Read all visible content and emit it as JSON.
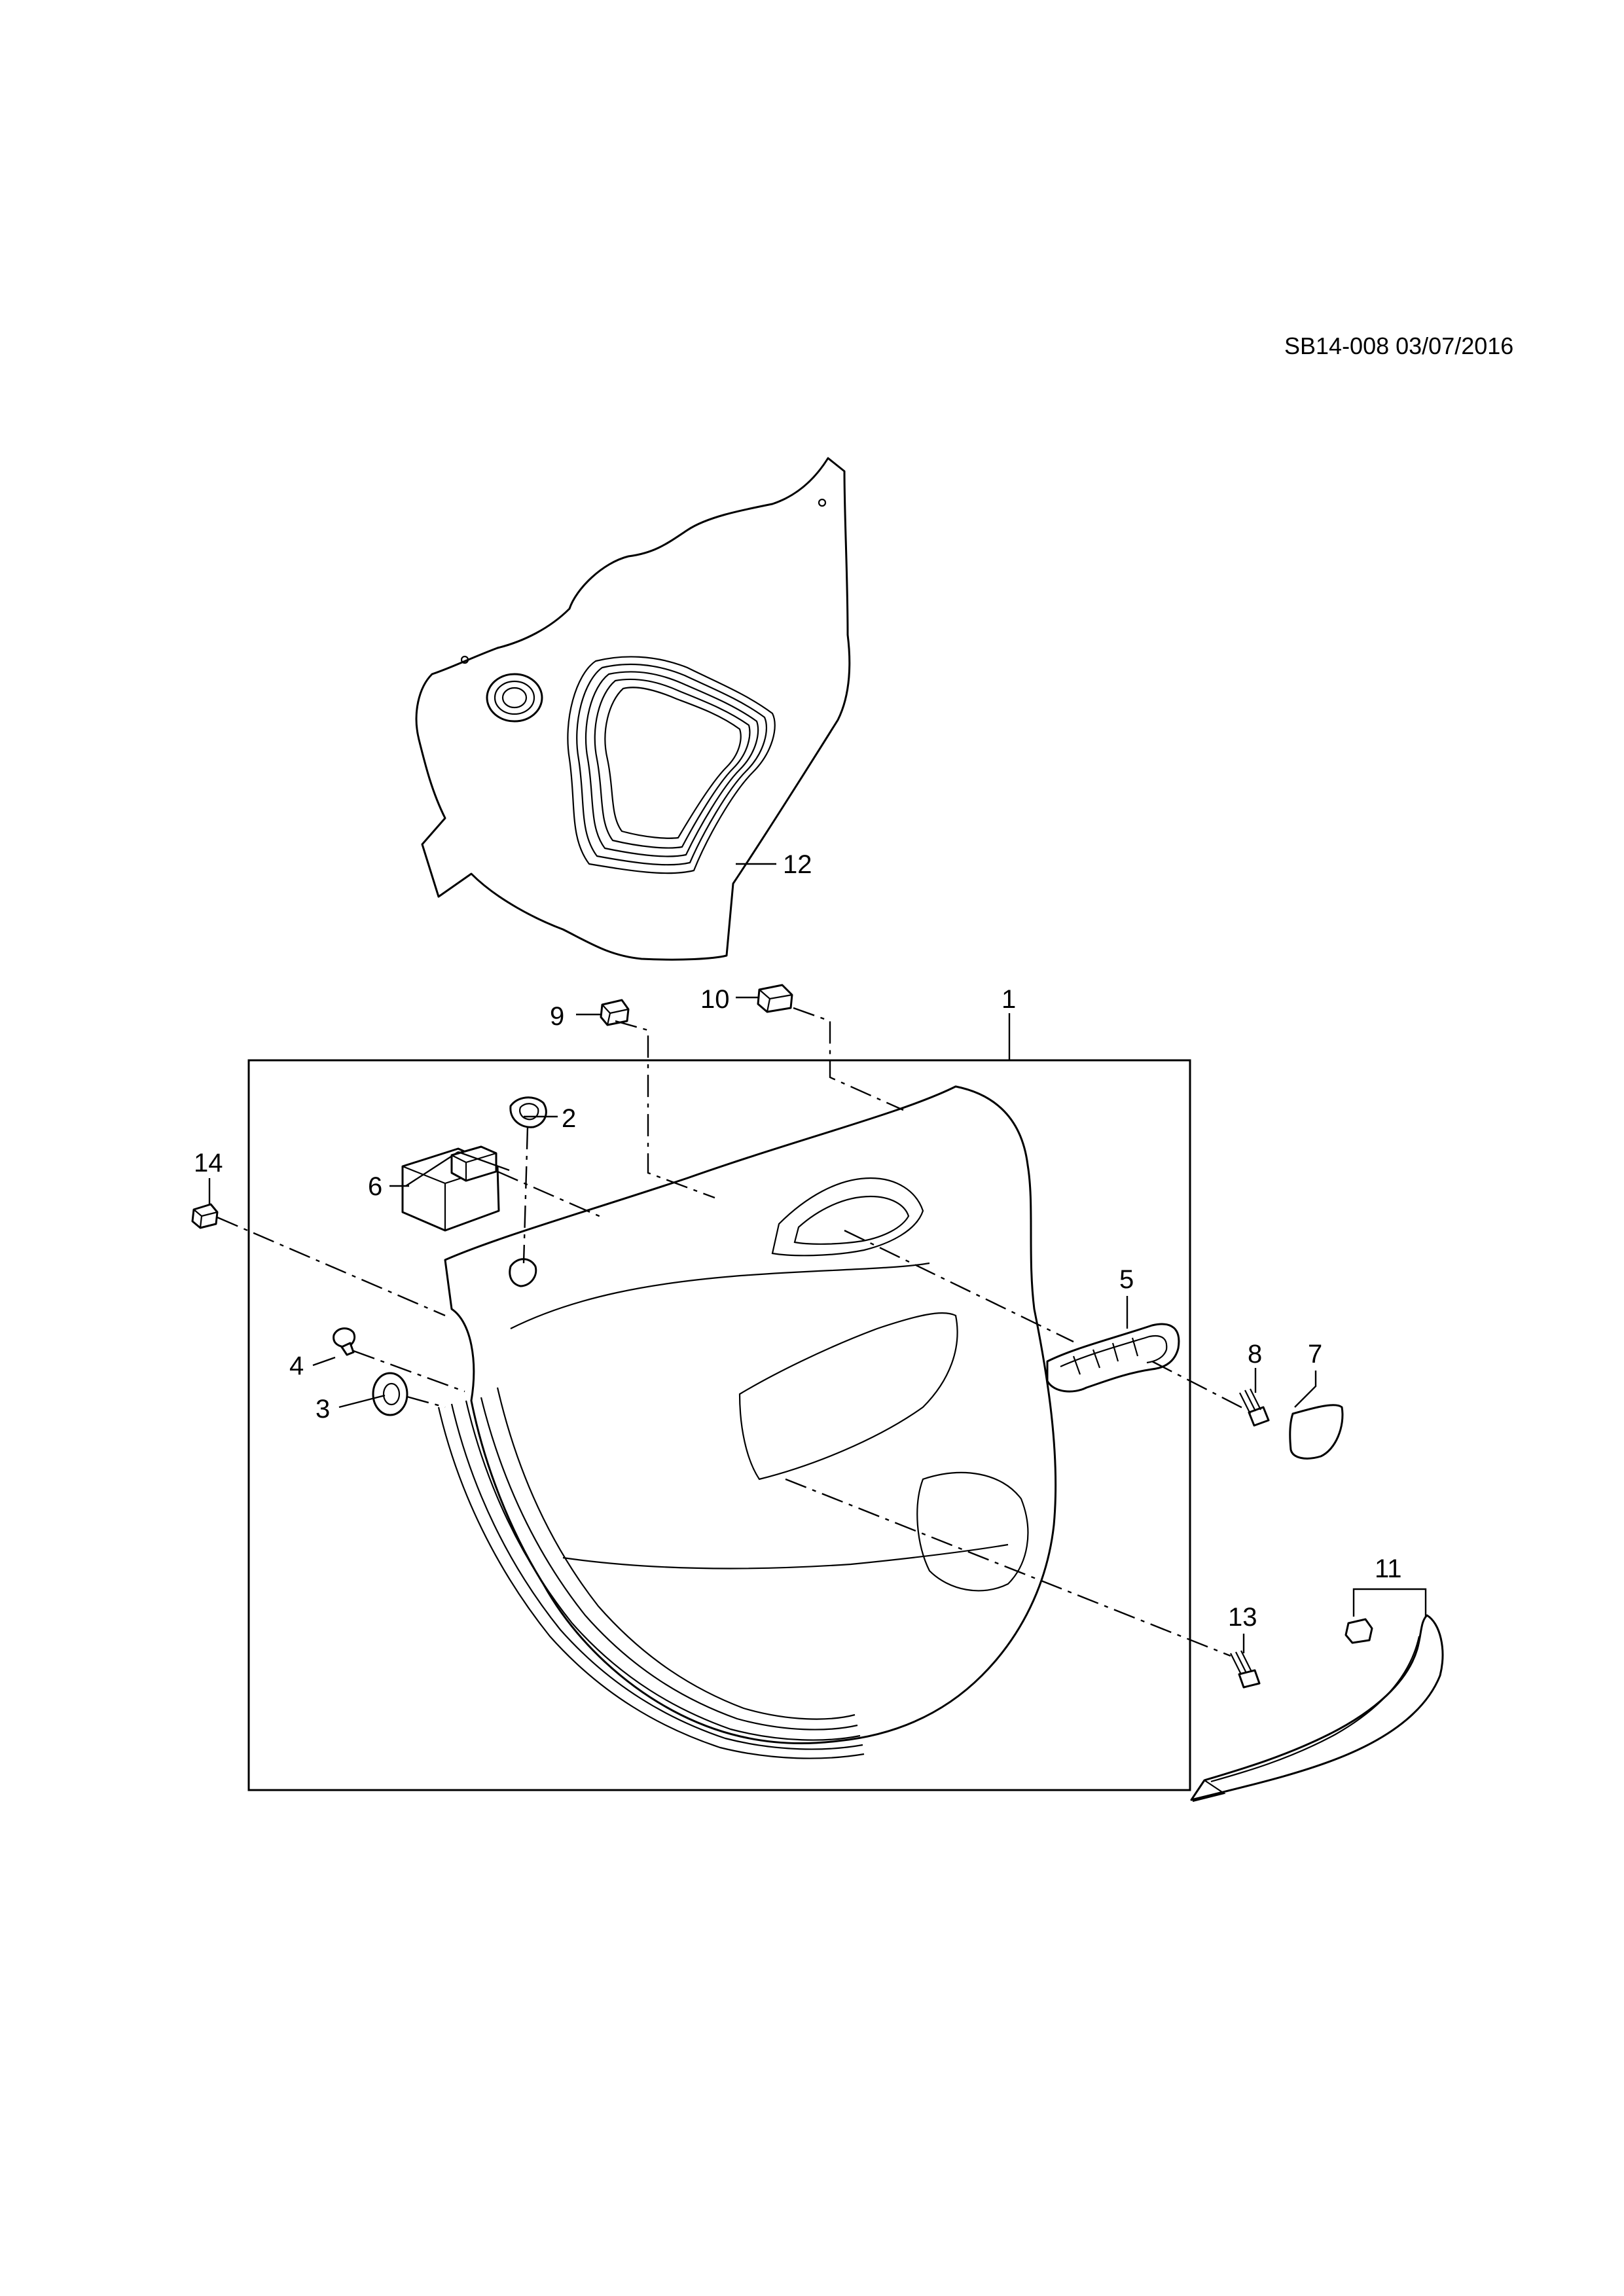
{
  "document": {
    "reference": "SB14-008 03/07/2016"
  },
  "callouts": [
    {
      "id": "callout-1",
      "number": "1",
      "part": "door trim panel"
    },
    {
      "id": "callout-2",
      "number": "2"
    },
    {
      "id": "callout-3",
      "number": "3"
    },
    {
      "id": "callout-4",
      "number": "4"
    },
    {
      "id": "callout-5",
      "number": "5"
    },
    {
      "id": "callout-6",
      "number": "6"
    },
    {
      "id": "callout-7",
      "number": "7"
    },
    {
      "id": "callout-8",
      "number": "8"
    },
    {
      "id": "callout-9",
      "number": "9"
    },
    {
      "id": "callout-10",
      "number": "10"
    },
    {
      "id": "callout-11",
      "number": "11"
    },
    {
      "id": "callout-12",
      "number": "12"
    },
    {
      "id": "callout-13",
      "number": "13"
    },
    {
      "id": "callout-14",
      "number": "14"
    }
  ],
  "colors": {
    "line": "#000000",
    "background": "#ffffff"
  }
}
